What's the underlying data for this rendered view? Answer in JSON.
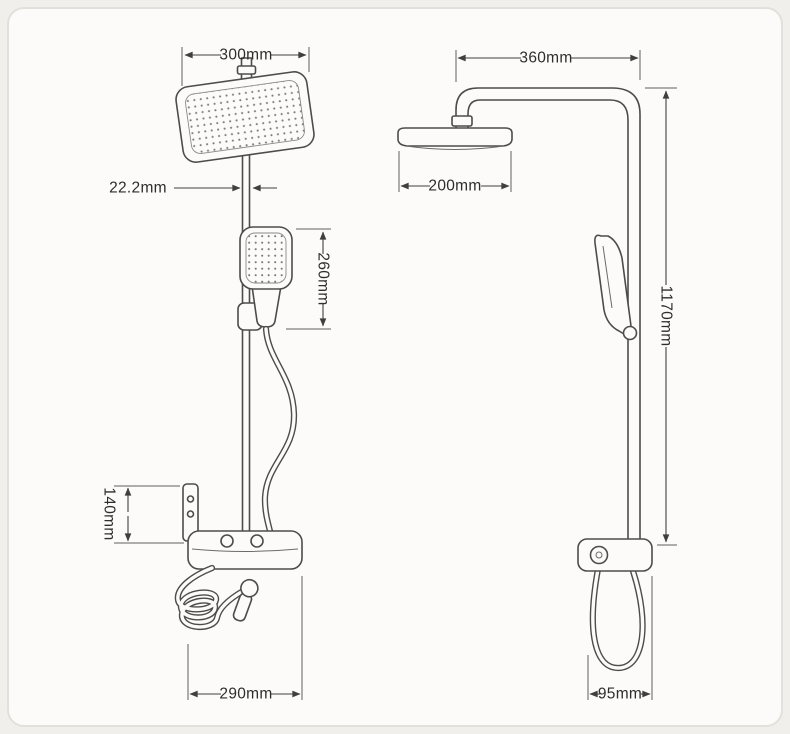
{
  "style": {
    "background": "#f1efec",
    "panel": "#fcfbfa",
    "line_color": "#4c4c4c",
    "dim_color": "#3f3f3f"
  },
  "front_view": {
    "head_width": "300mm",
    "pipe_diameter": "22.2mm",
    "handheld_section_height": "260mm",
    "bracket_height": "140mm",
    "body_width": "290mm"
  },
  "side_view": {
    "arm_reach": "360mm",
    "head_depth": "200mm",
    "overall_height": "1170mm",
    "body_depth": "95mm"
  }
}
